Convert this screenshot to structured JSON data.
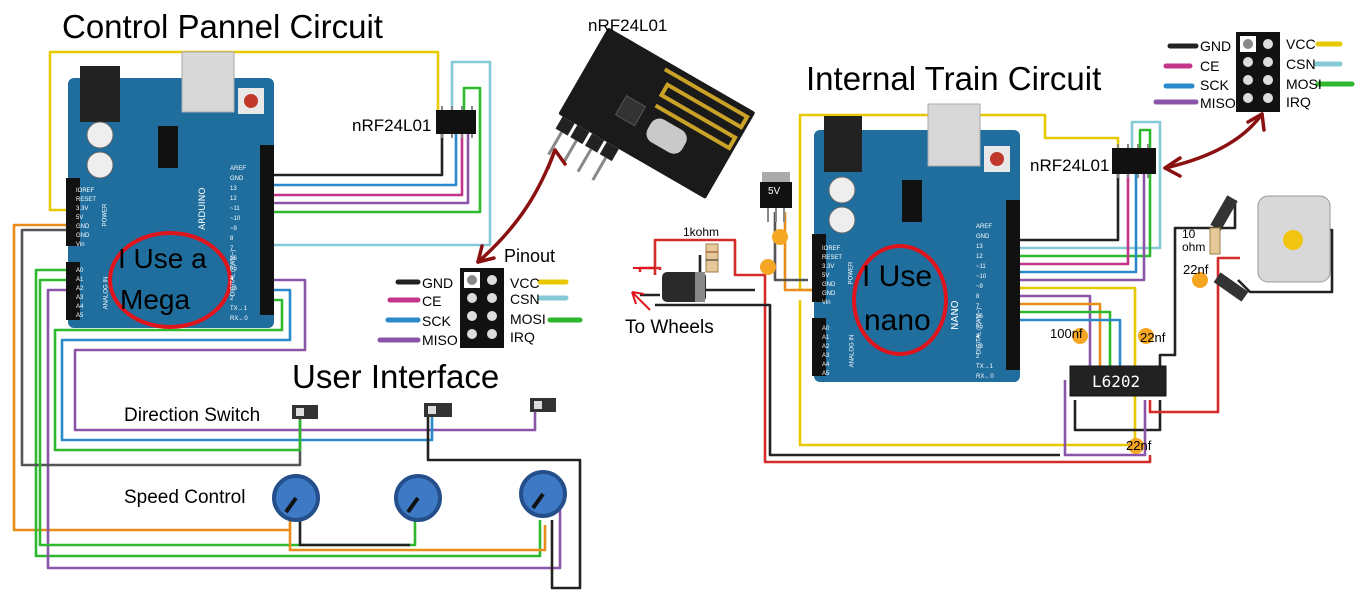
{
  "titles": {
    "control_panel": "Control Pannel Circuit",
    "internal_train": "Internal Train Circuit",
    "user_interface": "User Interface"
  },
  "labels": {
    "nrf_top": "nRF24L01",
    "nrf_left": "nRF24L01",
    "nrf_right": "nRF24L01",
    "pinout": "Pinout",
    "direction_switch": "Direction Switch",
    "speed_control": "Speed Control",
    "to_wheels": "To Wheels",
    "resistor_1k": "1kohm",
    "resistor_10": "10\nohm",
    "cap_100nf": "100nf",
    "cap_22nf_top": "22nf",
    "cap_22nf_right": "22nf",
    "cap_22nf_bottom": "22nf",
    "driver": "L6202",
    "regulator": "5V"
  },
  "handwritten": {
    "mega_line1": "I Use a",
    "mega_line2": "Mega",
    "nano_line1": "I Use",
    "nano_line2": "nano"
  },
  "pinout_left": {
    "left": [
      "GND",
      "CE",
      "SCK",
      "MISO"
    ],
    "right": [
      "VCC",
      "CSN",
      "MOSI",
      "IRQ"
    ]
  },
  "pinout_right": {
    "left": [
      "GND",
      "CE",
      "SCK",
      "MISO"
    ],
    "right": [
      "VCC",
      "CSN",
      "MOSI",
      "IRQ"
    ]
  },
  "board_mega": {
    "power_pins": [
      "IOREF",
      "RESET",
      "3.3V",
      "5V",
      "GND",
      "GND",
      "Vin"
    ],
    "analog_pins": [
      "A0",
      "A1",
      "A2",
      "A3",
      "A4",
      "A5"
    ],
    "digital_pins": [
      "AREF",
      "GND",
      "13",
      "12",
      "~11",
      "~10",
      "~9",
      "8",
      "7",
      "~6",
      "~5",
      "4",
      "~3",
      "2",
      "TX→1",
      "RX←0"
    ],
    "power_section": "POWER",
    "analog_section": "ANALOG IN",
    "digital_section": "DIGITAL (PWM~)",
    "brand": "ARDUINO"
  },
  "board_nano": {
    "power_pins": [
      "IOREF",
      "RESET",
      "3.3V",
      "5V",
      "GND",
      "GND",
      "Vin"
    ],
    "analog_pins": [
      "A0",
      "A1",
      "A2",
      "A3",
      "A4",
      "A5"
    ],
    "digital_pins": [
      "AREF",
      "GND",
      "13",
      "12",
      "~11",
      "~10",
      "~9",
      "8",
      "7",
      "~6",
      "~5",
      "4",
      "~3",
      "2",
      "TX→1",
      "RX←0"
    ],
    "power_section": "POWER",
    "analog_section": "ANALOG IN",
    "digital_section": "DIGITAL (PWM~)",
    "brand": "NANO"
  },
  "colors": {
    "board": "#1f6e9e",
    "board_dark": "#165a83",
    "wire_yellow": "#e8c800",
    "wire_black": "#222222",
    "wire_cyan": "#86c9d6",
    "wire_green": "#2db82d",
    "wire_magenta": "#c3358a",
    "wire_blue": "#2a8ac9",
    "wire_purple": "#8a55a8",
    "wire_orange": "#e88d1a",
    "wire_red": "#d62b2b",
    "wire_gray": "#999999",
    "annotation_red": "#e0141c",
    "arrow_dark_red": "#8b1010",
    "capacitor": "#f5a623",
    "pot_blue": "#3d79c4"
  }
}
